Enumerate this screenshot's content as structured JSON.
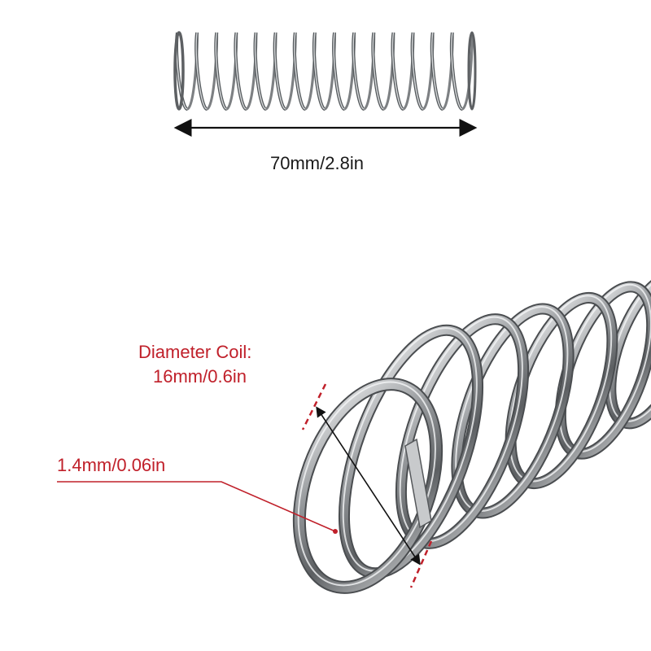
{
  "dimensions": {
    "length": "70mm/2.8in",
    "coil_diameter_line1": "Diameter Coil:",
    "coil_diameter_line2": "16mm/0.6in",
    "wire_diameter": "1.4mm/0.06in"
  },
  "colors": {
    "annotation": "#c0202a",
    "arrow": "#111111",
    "steel_dark": "#4f5254",
    "steel_mid": "#8a8d90",
    "steel_light": "#e6e8ea"
  }
}
